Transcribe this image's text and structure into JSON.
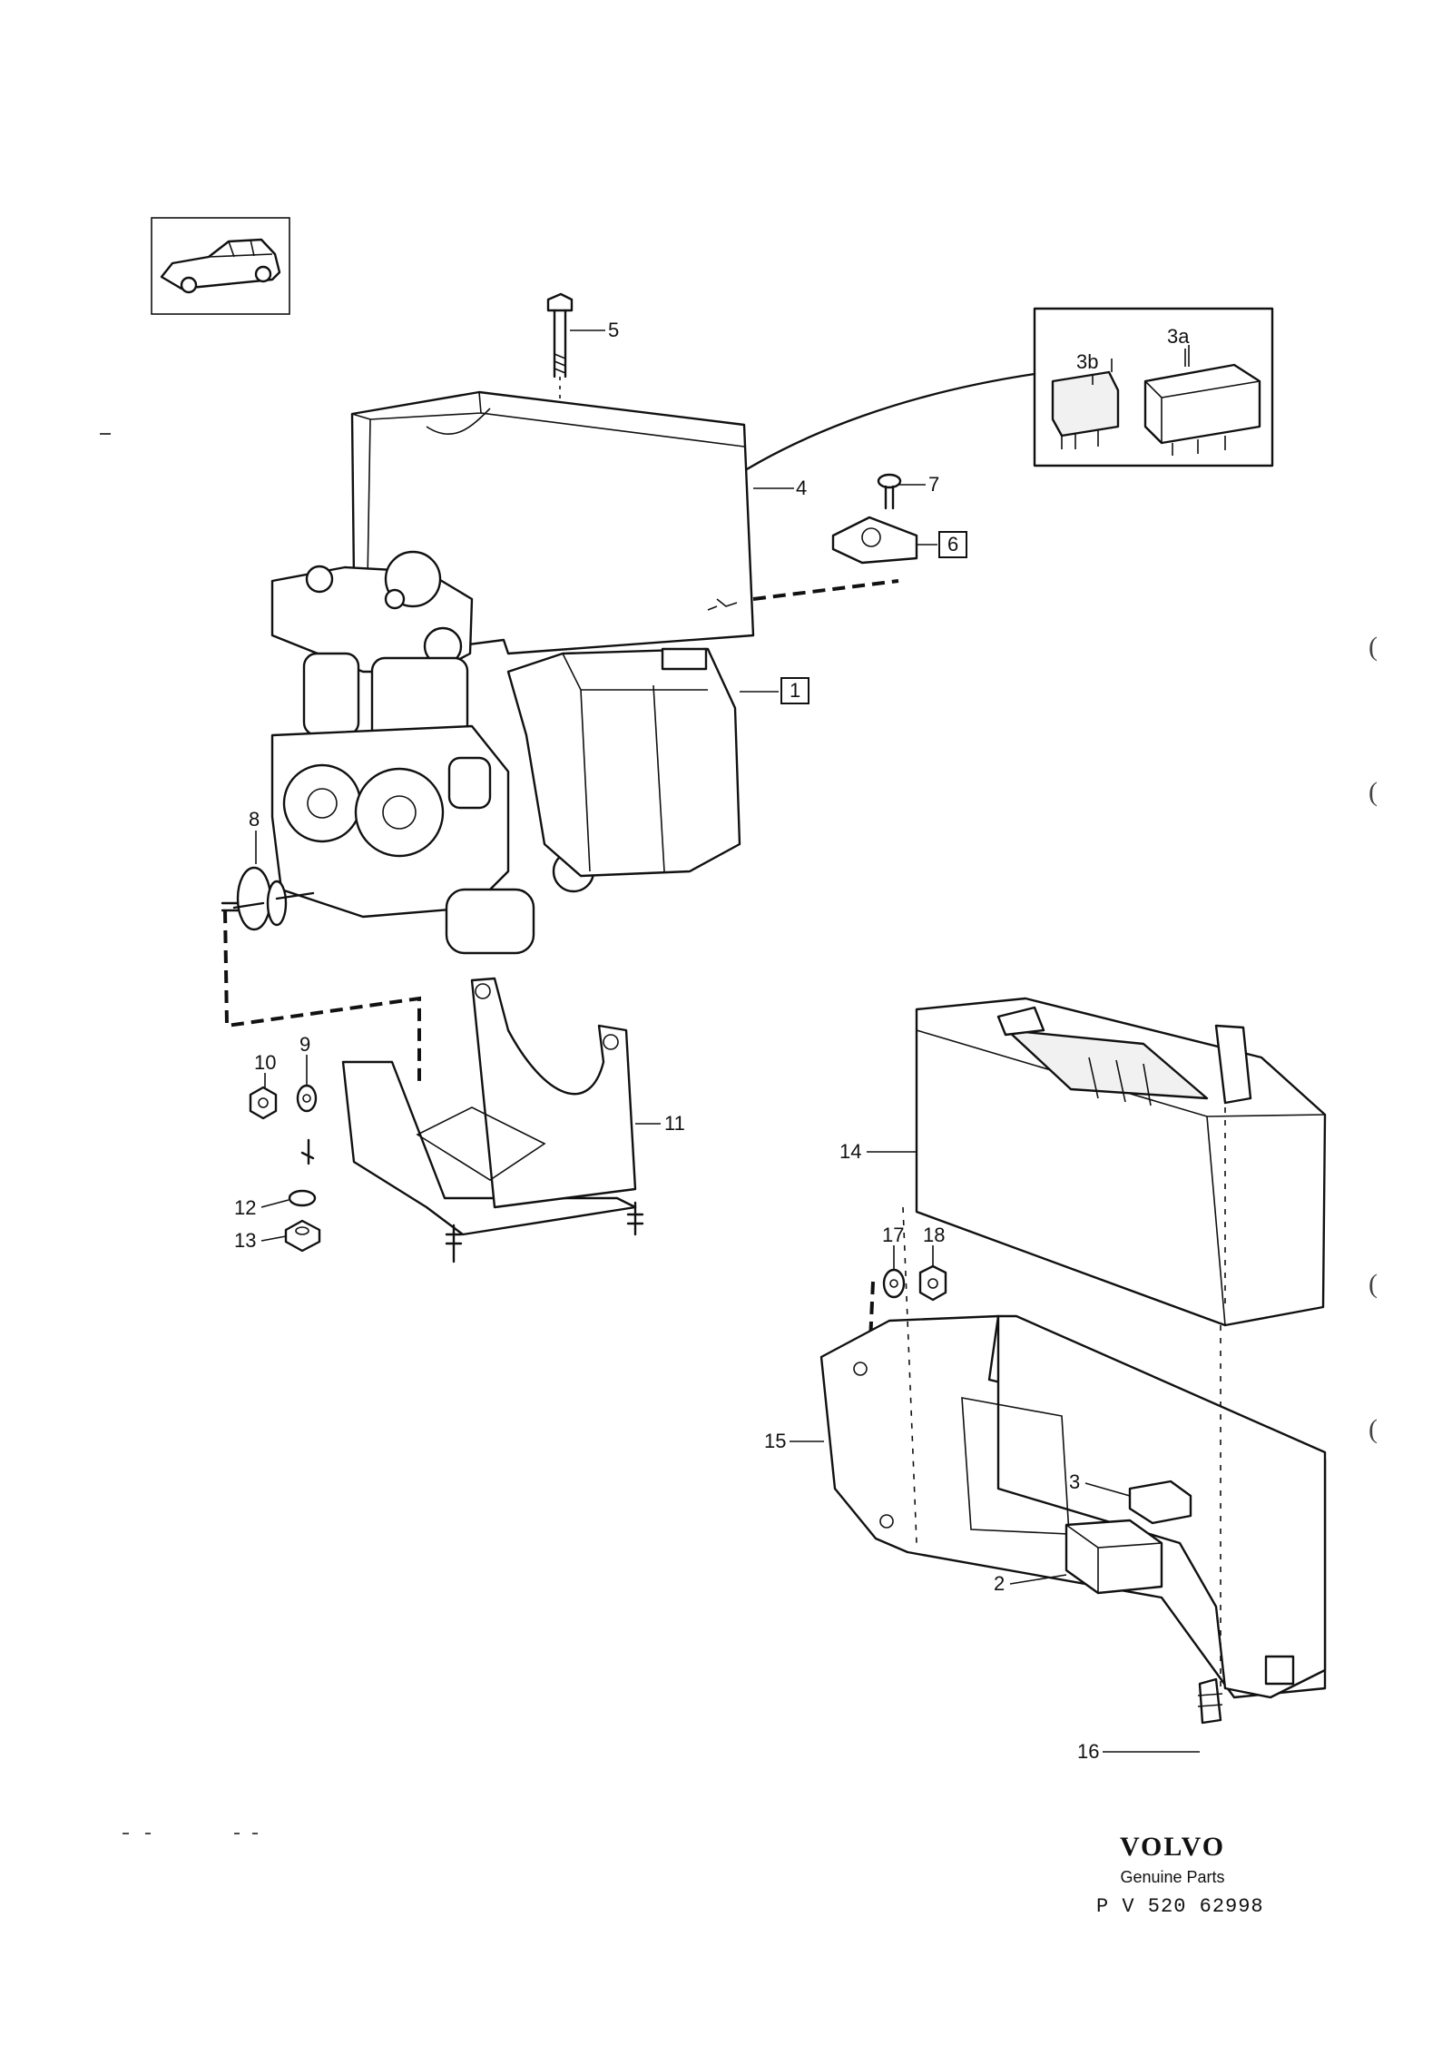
{
  "diagram": {
    "callouts": [
      {
        "id": "1",
        "boxed": true
      },
      {
        "id": "2",
        "boxed": false
      },
      {
        "id": "3",
        "boxed": false
      },
      {
        "id": "3a",
        "boxed": false
      },
      {
        "id": "3b",
        "boxed": false
      },
      {
        "id": "4",
        "boxed": false
      },
      {
        "id": "5",
        "boxed": false
      },
      {
        "id": "6",
        "boxed": true
      },
      {
        "id": "7",
        "boxed": false
      },
      {
        "id": "8",
        "boxed": false
      },
      {
        "id": "9",
        "boxed": false
      },
      {
        "id": "10",
        "boxed": false
      },
      {
        "id": "11",
        "boxed": false
      },
      {
        "id": "12",
        "boxed": false
      },
      {
        "id": "13",
        "boxed": false
      },
      {
        "id": "14",
        "boxed": false
      },
      {
        "id": "15",
        "boxed": false
      },
      {
        "id": "16",
        "boxed": false
      },
      {
        "id": "17",
        "boxed": false
      },
      {
        "id": "18",
        "boxed": false
      }
    ]
  },
  "footer": {
    "brand": "VOLVO",
    "subtitle": "Genuine Parts",
    "code": "P V  520  62998"
  },
  "margin_marks": [
    "(",
    "(",
    "(",
    "("
  ]
}
